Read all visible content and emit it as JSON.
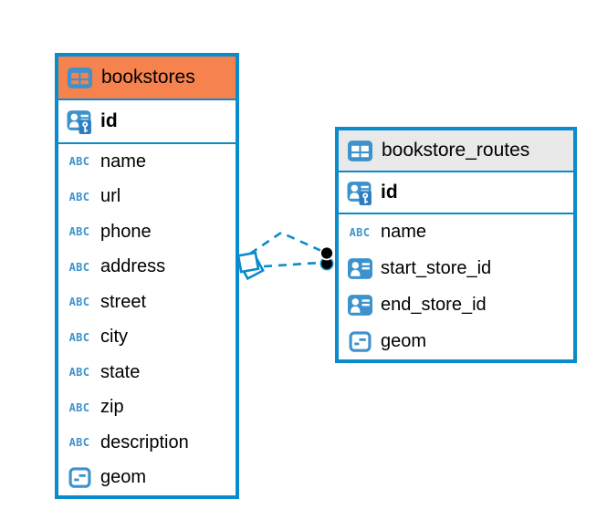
{
  "diagram": {
    "type": "entity-relationship",
    "colors": {
      "accent_blue": "#0a8bcb",
      "icon_blue": "#3d92cc",
      "key_overlay_blue": "#2b7ec0",
      "bookstores_header": "#f6824d",
      "routes_header": "#e9e9e9",
      "text": "#000000"
    },
    "icon_labels": {
      "text_type": "ABC"
    },
    "tables": [
      {
        "name": "bookstores",
        "icon": "table-icon",
        "primary_key": {
          "name": "id",
          "icon": "primary-key-icon"
        },
        "columns": [
          {
            "name": "name",
            "icon": "text-type-icon"
          },
          {
            "name": "url",
            "icon": "text-type-icon"
          },
          {
            "name": "phone",
            "icon": "text-type-icon"
          },
          {
            "name": "address",
            "icon": "text-type-icon"
          },
          {
            "name": "street",
            "icon": "text-type-icon"
          },
          {
            "name": "city",
            "icon": "text-type-icon"
          },
          {
            "name": "state",
            "icon": "text-type-icon"
          },
          {
            "name": "zip",
            "icon": "text-type-icon"
          },
          {
            "name": "description",
            "icon": "text-type-icon"
          },
          {
            "name": "geom",
            "icon": "geometry-type-icon"
          }
        ]
      },
      {
        "name": "bookstore_routes",
        "icon": "table-icon",
        "primary_key": {
          "name": "id",
          "icon": "primary-key-icon"
        },
        "columns": [
          {
            "name": "name",
            "icon": "text-type-icon"
          },
          {
            "name": "start_store_id",
            "icon": "reference-type-icon"
          },
          {
            "name": "end_store_id",
            "icon": "reference-type-icon"
          },
          {
            "name": "geom",
            "icon": "geometry-type-icon"
          }
        ]
      }
    ],
    "relationships": [
      {
        "from_table": "bookstores",
        "to_table": "bookstore_routes",
        "line_style": "dashed"
      },
      {
        "from_table": "bookstores",
        "to_table": "bookstore_routes",
        "line_style": "dashed"
      }
    ]
  }
}
